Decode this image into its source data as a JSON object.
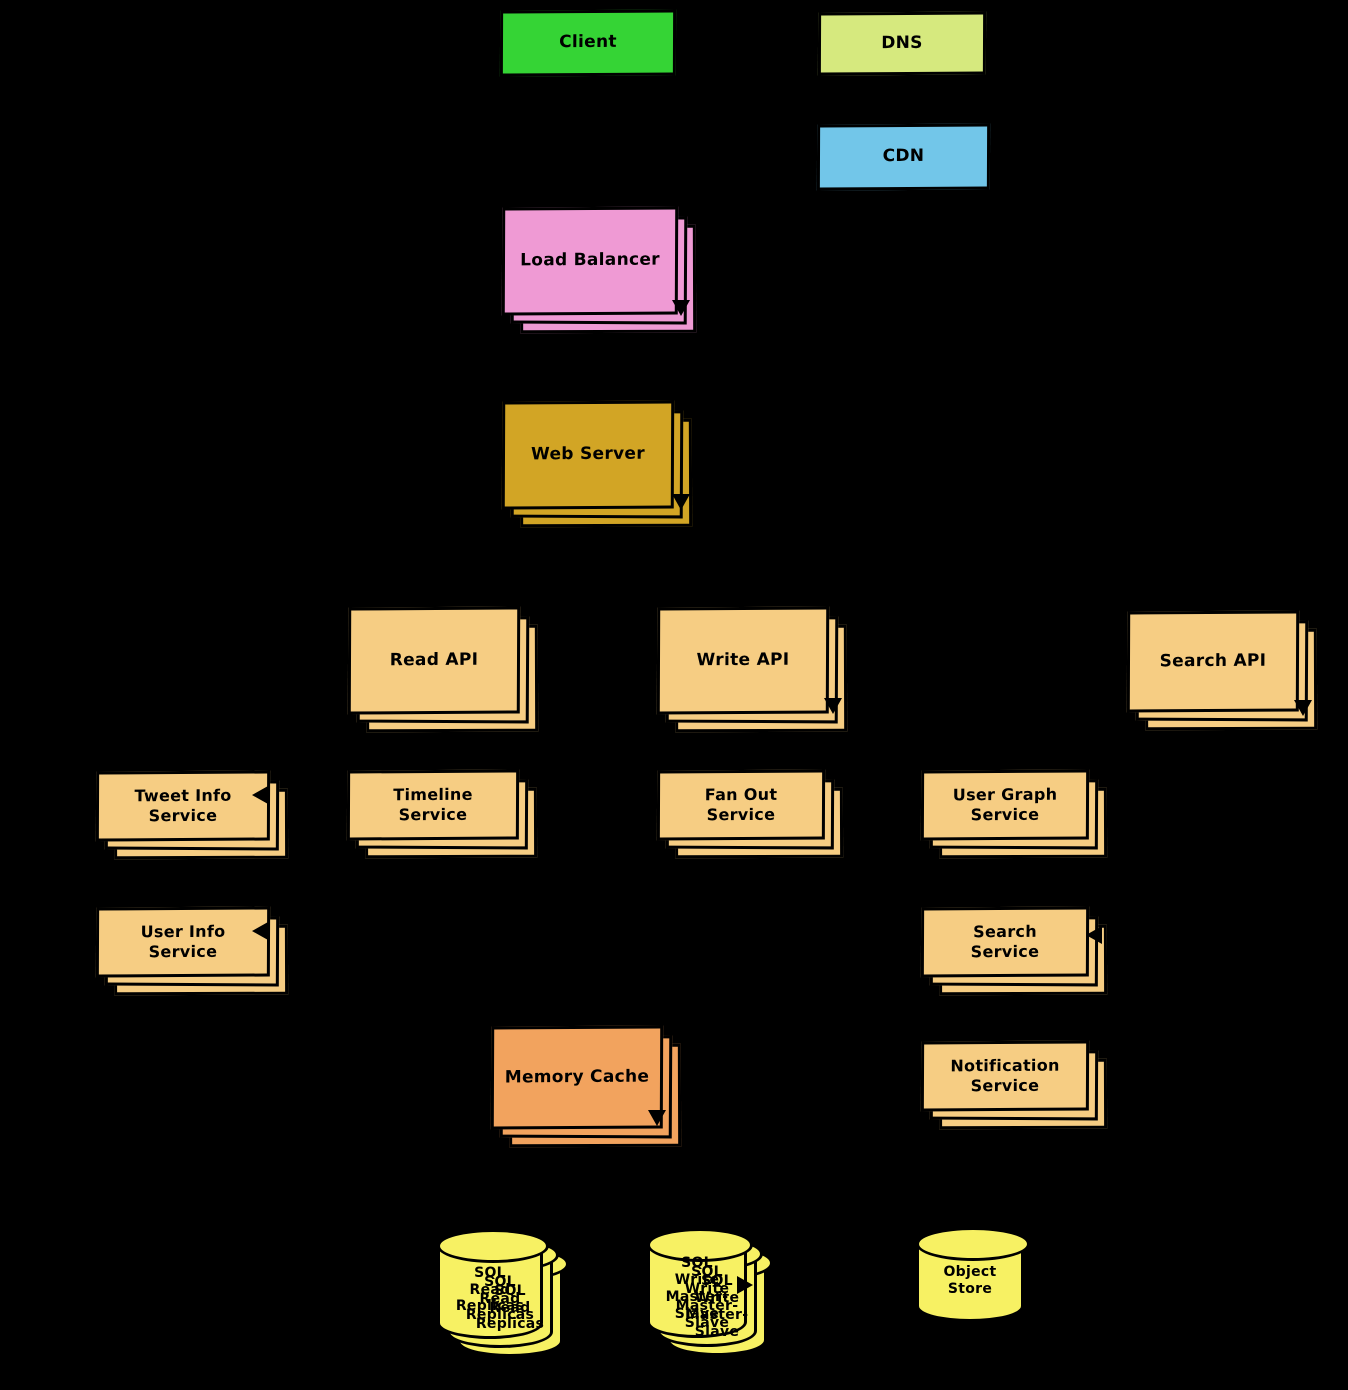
{
  "diagram": {
    "background_color": "#000000",
    "edge_color": "#000000",
    "text_color": "#000000"
  },
  "nodes": {
    "client": {
      "label": "Client",
      "color": "#35d435",
      "shape": "box",
      "instances": 1
    },
    "dns": {
      "label": "DNS",
      "color": "#d6e97e",
      "shape": "box",
      "instances": 1
    },
    "cdn": {
      "label": "CDN",
      "color": "#72c6e9",
      "shape": "box",
      "instances": 1
    },
    "load_balancer": {
      "label": "Load Balancer",
      "color": "#ef9ad4",
      "shape": "box",
      "instances": 3
    },
    "web_server": {
      "label": "Web Server",
      "color": "#d2a525",
      "shape": "box",
      "instances": 3
    },
    "read_api": {
      "label": "Read API",
      "color": "#f6cd83",
      "shape": "box",
      "instances": 3
    },
    "write_api": {
      "label": "Write API",
      "color": "#f6cd83",
      "shape": "box",
      "instances": 3
    },
    "search_api": {
      "label": "Search API",
      "color": "#f6cd83",
      "shape": "box",
      "instances": 3
    },
    "tweet_info_service": {
      "label": "Tweet Info\nService",
      "color": "#f6cd83",
      "shape": "box",
      "instances": 3
    },
    "timeline_service": {
      "label": "Timeline\nService",
      "color": "#f6cd83",
      "shape": "box",
      "instances": 3
    },
    "fan_out_service": {
      "label": "Fan Out\nService",
      "color": "#f6cd83",
      "shape": "box",
      "instances": 3
    },
    "user_graph_service": {
      "label": "User Graph\nService",
      "color": "#f6cd83",
      "shape": "box",
      "instances": 3
    },
    "user_info_service": {
      "label": "User Info\nService",
      "color": "#f6cd83",
      "shape": "box",
      "instances": 3
    },
    "search_service": {
      "label": "Search\nService",
      "color": "#f6cd83",
      "shape": "box",
      "instances": 3
    },
    "memory_cache": {
      "label": "Memory Cache",
      "color": "#f2a35e",
      "shape": "box",
      "instances": 3
    },
    "notification_service": {
      "label": "Notification\nService",
      "color": "#f6cd83",
      "shape": "box",
      "instances": 3
    },
    "sql_read_replicas": {
      "label": "SQL\nRead\nReplicas",
      "color": "#f7f163",
      "shape": "cylinder",
      "instances": 3
    },
    "sql_write_master_slave": {
      "label": "SQL\nWrite\nMaster-\nSlave",
      "color": "#f7f163",
      "shape": "cylinder",
      "instances": 3
    },
    "object_store": {
      "label": "Object\nStore",
      "color": "#f7f163",
      "shape": "cylinder",
      "instances": 1
    }
  }
}
